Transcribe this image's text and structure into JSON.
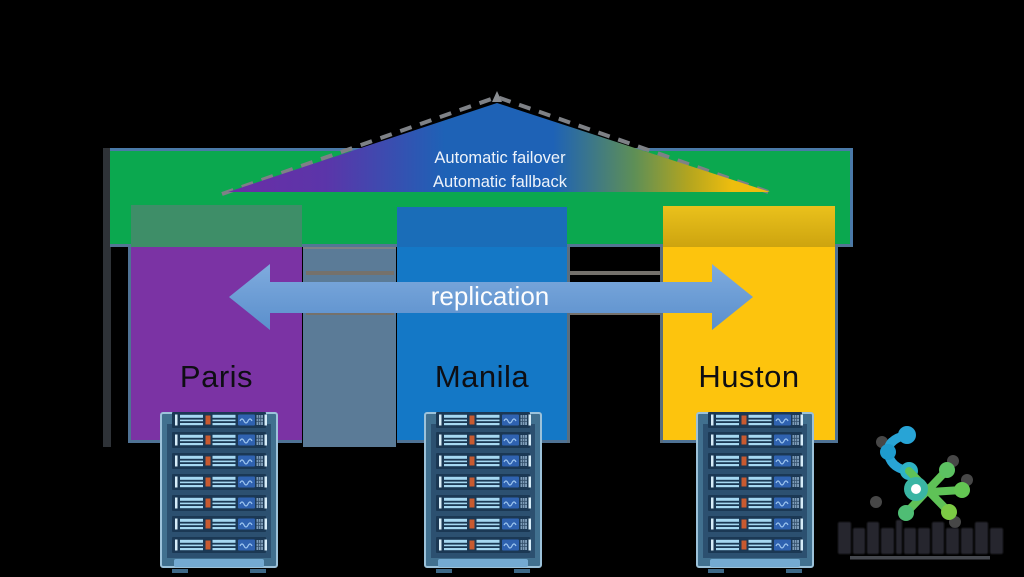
{
  "banner": {
    "line1": "Automatic failover",
    "line2": "Automatic fallback"
  },
  "arrow": {
    "label": "replication"
  },
  "sites": [
    {
      "name": "Paris",
      "color": "#7b33a4",
      "roof_tint": "#3e8e68"
    },
    {
      "name": "Manila",
      "color": "#1478c6",
      "roof_tint": "#1a6db8"
    },
    {
      "name": "Huston",
      "color": "#fdc40d",
      "roof_tint": "#d9ae12"
    }
  ],
  "colors": {
    "background": "#000000",
    "lintel_green": "#0ba84f",
    "slate_pillar": "#5b7b97",
    "arrow_blue": "#6fa0d8",
    "outline_steel": "#4f7294",
    "roof_gradient": [
      "#6b2ea6",
      "#1e62b6",
      "#eebd0e"
    ]
  },
  "icons": {
    "server_rack": "server-rack-icon",
    "logo_mark": "molecule-x-logo-icon"
  },
  "logo": {
    "mark_teal": "#28a4d6",
    "mark_green": "#5fc257"
  }
}
